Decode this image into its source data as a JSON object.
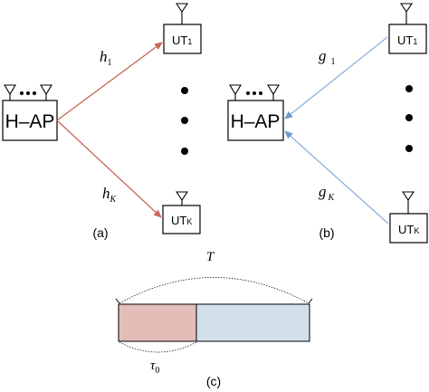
{
  "panel_a": {
    "hap_label": "H–AP",
    "ut_top": {
      "prefix": "UT",
      "sub": "1"
    },
    "ut_bottom": {
      "prefix": "UT",
      "sub": "K"
    },
    "h_top": {
      "base": "h",
      "sub": "1"
    },
    "h_bottom": {
      "base": "h",
      "sub": "K"
    },
    "caption": "(a)"
  },
  "panel_b": {
    "hap_label": "H–AP",
    "ut_top": {
      "prefix": "UT",
      "sub": "1"
    },
    "ut_bottom": {
      "prefix": "UT",
      "sub": "K"
    },
    "g_top": {
      "base": "g",
      "sub": "1"
    },
    "g_bottom": {
      "base": "g",
      "sub": "K"
    },
    "caption": "(b)"
  },
  "panel_c": {
    "total_label": "T",
    "tau": {
      "base": "τ",
      "sub": "0"
    },
    "caption": "(c)",
    "tau_fraction": 0.406
  },
  "colors": {
    "downlink_arrow": "#c9655a",
    "uplink_arrow": "#8fb3d9",
    "energy_segment": "#e3bdb8",
    "info_segment": "#d3e0ea"
  }
}
